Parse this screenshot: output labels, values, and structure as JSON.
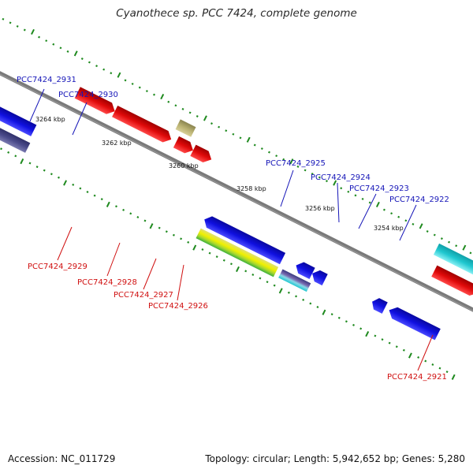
{
  "title": "Cyanothece sp. PCC 7424, complete genome",
  "footer": {
    "accession": "Accession: NC_011729",
    "topology": "Topology: circular; Length: 5,942,652 bp; Genes: 5,280"
  },
  "colors": {
    "backbone": "#7a7a7a",
    "ticks": "#1f8a1f",
    "forward_label": "#1515b8",
    "reverse_label": "#d01010",
    "gene_blue": "#1010e0",
    "gene_red": "#e00a0a",
    "gene_dark_purple": "#4a4a8a",
    "gene_olive": "#b8b070",
    "gene_cyan": "#20c8d0"
  },
  "scale_labels": [
    "3264 kbp",
    "3262 kbp",
    "3260 kbp",
    "3258 kbp",
    "3256 kbp",
    "3254 kbp"
  ],
  "forward_genes": [
    "PCC7424_2931",
    "PCC7424_2930",
    "PCC7424_2925",
    "PCC7424_2924",
    "PCC7424_2923",
    "PCC7424_2922"
  ],
  "reverse_genes": [
    "PCC7424_2929",
    "PCC7424_2928",
    "PCC7424_2927",
    "PCC7424_2926",
    "PCC7424_2921"
  ]
}
